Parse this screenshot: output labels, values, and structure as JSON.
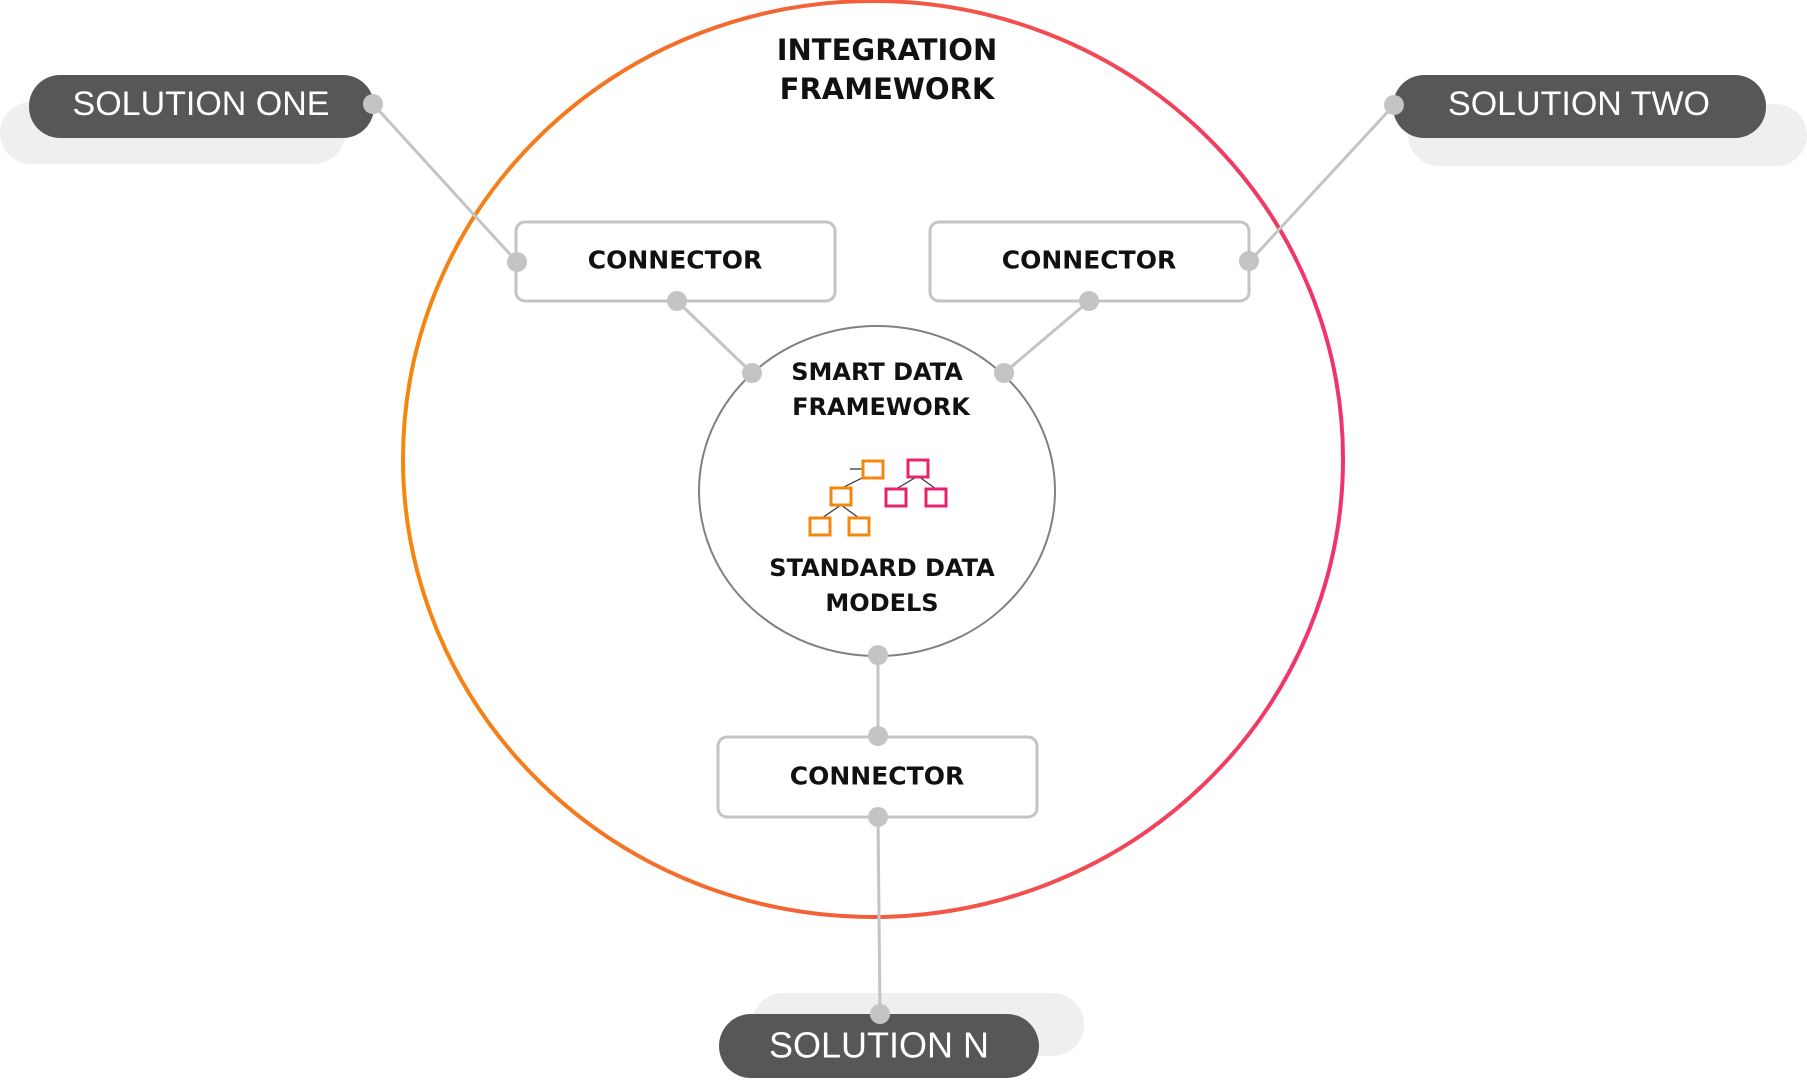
{
  "title": {
    "line1": "INTEGRATION",
    "line2": "FRAMEWORK"
  },
  "core": {
    "line1": "SMART DATA",
    "line2": "FRAMEWORK",
    "line3": "STANDARD DATA",
    "line4": "MODELS"
  },
  "connectors": {
    "left": "CONNECTOR",
    "right": "CONNECTOR",
    "bottom": "CONNECTOR"
  },
  "solutions": {
    "one": "SOLUTION ONE",
    "two": "SOLUTION TWO",
    "n": "SOLUTION N"
  },
  "colors": {
    "gradient_start": "#f5870f",
    "gradient_end": "#f0326e",
    "model_orange": "#f5870f",
    "model_pink": "#e8236e",
    "pill_fill": "#575757",
    "pill_shadow": "#efefef",
    "line_gray": "#c4c4c4"
  }
}
